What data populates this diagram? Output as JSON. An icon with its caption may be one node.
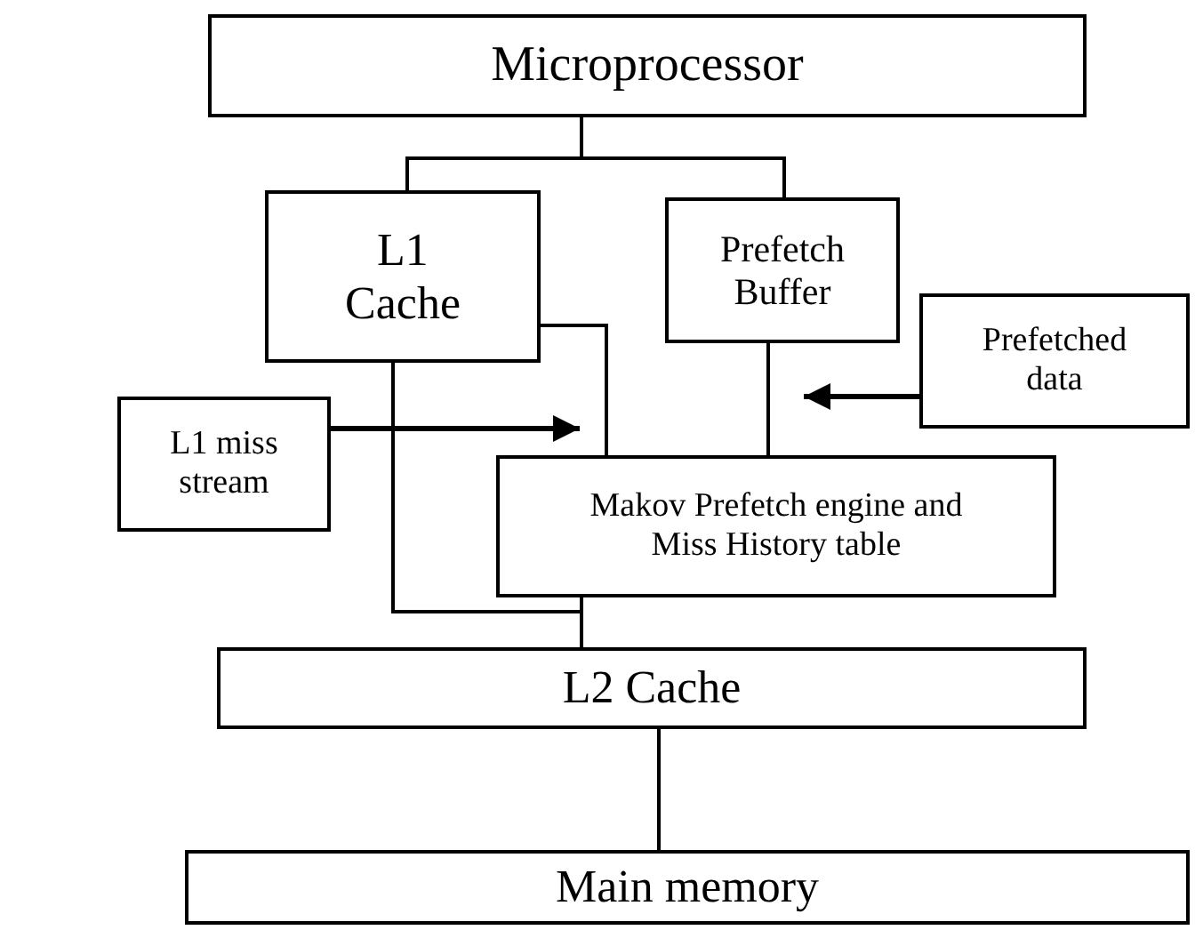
{
  "diagram": {
    "nodes": [
      {
        "text": [
          "Microprocessor"
        ]
      },
      {
        "text": [
          "L1 Cache"
        ]
      },
      {
        "text": [
          "Prefetch Buffer"
        ]
      },
      {
        "text": [
          "L1 miss stream"
        ]
      },
      {
        "text": [
          "Prefetched data"
        ]
      },
      {
        "text": [
          "Makov Prefetch engine and Miss History table"
        ]
      },
      {
        "text": [
          "L2 Cache"
        ]
      },
      {
        "text": [
          "Main memory"
        ]
      }
    ],
    "edges": [
      {
        "from": 0,
        "to": 1,
        "arrow": "none"
      },
      {
        "from": 0,
        "to": 2,
        "arrow": "none"
      },
      {
        "from": 1,
        "to": 5,
        "arrow": "none"
      },
      {
        "from": 2,
        "to": 5,
        "arrow": "none"
      },
      {
        "from": 3,
        "to": 5,
        "arrow": "to"
      },
      {
        "from": 4,
        "to": 2,
        "arrow": "to"
      },
      {
        "from": 1,
        "to": 6,
        "arrow": "none"
      },
      {
        "from": 5,
        "to": 6,
        "arrow": "none"
      },
      {
        "from": 6,
        "to": 7,
        "arrow": "none"
      }
    ]
  }
}
